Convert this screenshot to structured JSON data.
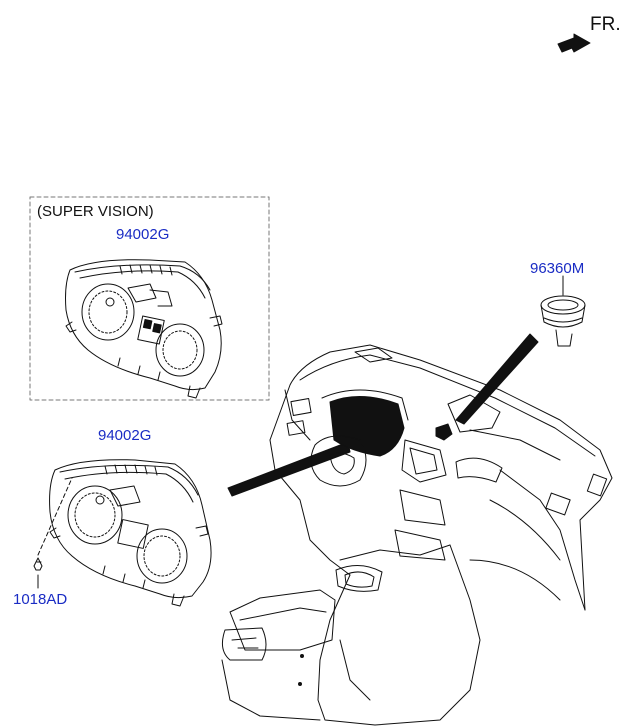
{
  "orientation": {
    "label": "FR.",
    "icon": "arrow-front-icon"
  },
  "super_vision_box": {
    "caption": "(SUPER VISION)"
  },
  "callouts": {
    "cluster_super_vision": "94002G",
    "cluster_standard": "94002G",
    "screw": "1018AD",
    "speaker": "96360M"
  },
  "colors": {
    "part_number": "#1a2cc4",
    "line": "#111111",
    "dash_box": "#777777"
  }
}
